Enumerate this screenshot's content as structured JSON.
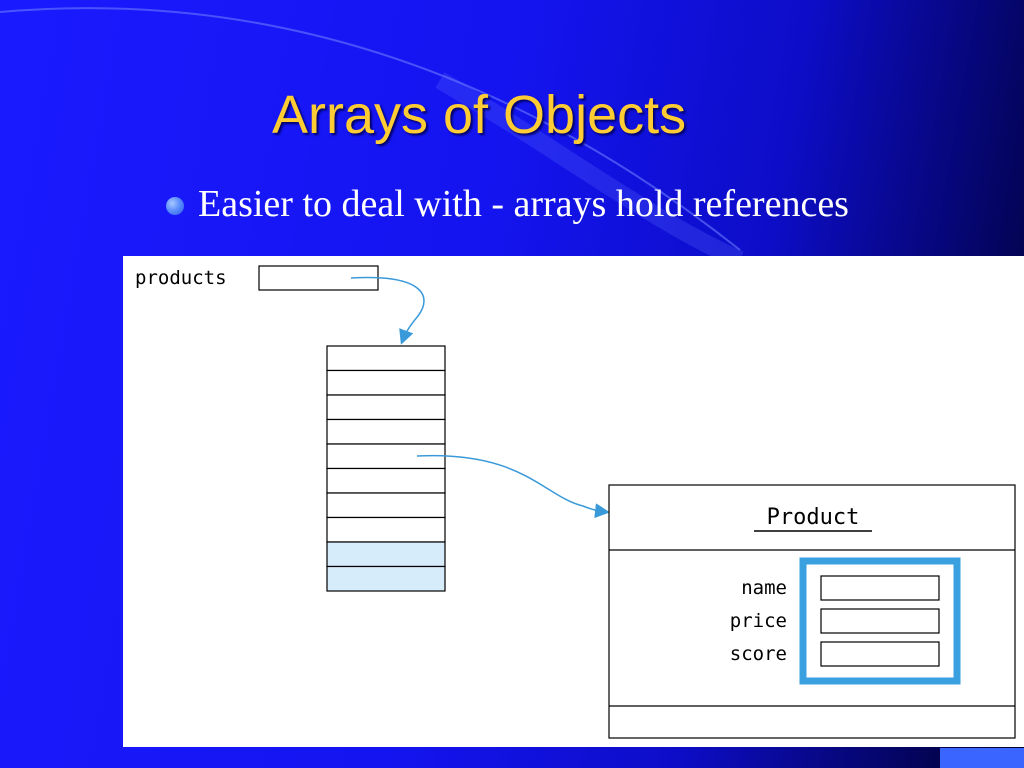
{
  "slide": {
    "title": "Arrays of Objects",
    "bullet": "Easier to deal with - arrays hold references"
  },
  "diagram": {
    "variable_label": "products",
    "array_cells": 10,
    "highlighted_cells": [
      8,
      9
    ],
    "class_name": "Product",
    "fields": [
      "name",
      "price",
      "score"
    ],
    "colors": {
      "arrow": "#3a9ad9",
      "highlight_fill": "#d6ecfa",
      "field_frame": "#3aa0e0",
      "stroke": "#000000"
    }
  }
}
